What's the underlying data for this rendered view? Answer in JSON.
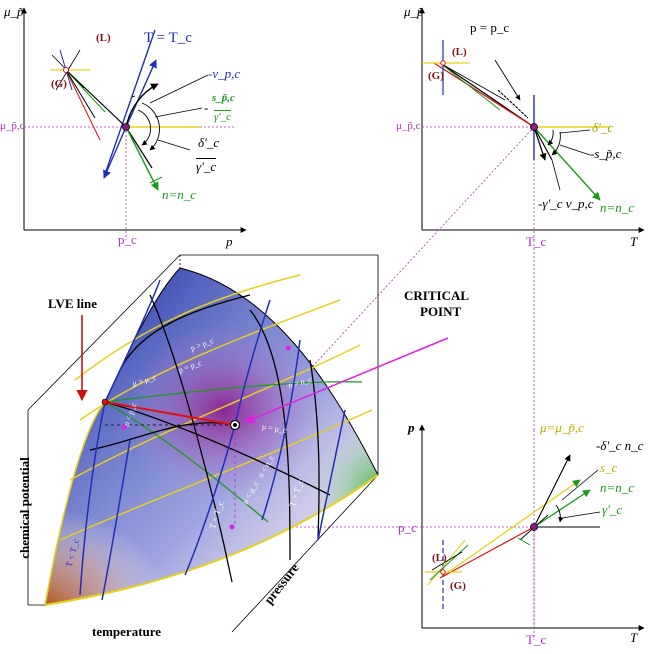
{
  "colors": {
    "blue": "#1f2fb8",
    "green": "#1a9a1a",
    "red": "#e01010",
    "yellow": "#e6d21a",
    "magenta": "#e020e0",
    "violet": "#b030c0",
    "dark_red": "#8a1010",
    "black": "#000000"
  },
  "panel_pmu": {
    "y_axis": "μ_p̃",
    "x_axis": "p",
    "x_tick": "p_c",
    "y_tick": "μ_p̃,c",
    "title": "T = T_c",
    "phase_L": "(L)",
    "phase_G": "(G)",
    "vec_v": "-v_p,c",
    "vec_s_num": "s_p̃,c",
    "vec_s_den": "γ'_c",
    "vec_s_sign": "-",
    "vec_delta_num": "δ'_c",
    "vec_delta_den": "γ'_c",
    "vec_n": "n=n_c"
  },
  "panel_tmu": {
    "y_axis": "μ_p̃",
    "x_axis": "T",
    "x_tick": "T_c",
    "y_tick": "μ_p̃,c",
    "title": "p = p_c",
    "phase_L": "(L)",
    "phase_G": "(G)",
    "vec_delta": "δ'_c",
    "vec_s": "-s_p̃,c",
    "vec_gamma_v": "-γ'_c v_p,c",
    "vec_n": "n=n_c"
  },
  "panel_tp": {
    "y_axis": "p",
    "x_axis": "T",
    "x_tick": "T_c",
    "y_tick": "p_c",
    "vec_mu": "μ=μ_p̃,c",
    "vec_delta": "-δ'_c n_c",
    "vec_s": "s_c",
    "vec_n": "n=n_c",
    "vec_gamma": "γ'_c",
    "phase_L": "(L)",
    "phase_G": "(G)"
  },
  "surface": {
    "lve_label": "LVE line",
    "critical_label_1": "CRITICAL",
    "critical_label_2": "POINT",
    "axis_mu": "chemical potential",
    "axis_T": "temperature",
    "axis_p": "pressure",
    "curve_labels": [
      "p > p_c",
      "p = p_c",
      "p < p_c",
      "μ > μ_c",
      "μ = μ_c",
      "μ < μ_c",
      "n > n_c",
      "n < n_c",
      "T < T_c",
      "T = T_c",
      "T > T_c"
    ]
  }
}
